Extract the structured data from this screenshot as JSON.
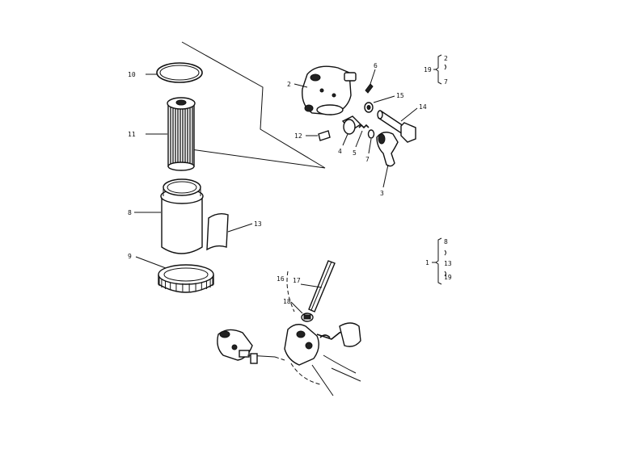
{
  "callouts": {
    "c2": "2",
    "c3": "3",
    "c4": "4",
    "c5": "5",
    "c6": "6",
    "c7": "7",
    "c8": "8",
    "c9": "9",
    "c10": "10",
    "c11": "11",
    "c12": "12",
    "c13": "13",
    "c14": "14",
    "c15": "15",
    "c16": "16",
    "c17": "17",
    "c18": "18"
  },
  "group_19": {
    "label": "19",
    "items": [
      "2",
      "7"
    ]
  },
  "group_1": {
    "label": "1",
    "items": [
      "8",
      "13",
      "19"
    ]
  },
  "colors": {
    "ink": "#111111",
    "paper": "#ffffff"
  }
}
